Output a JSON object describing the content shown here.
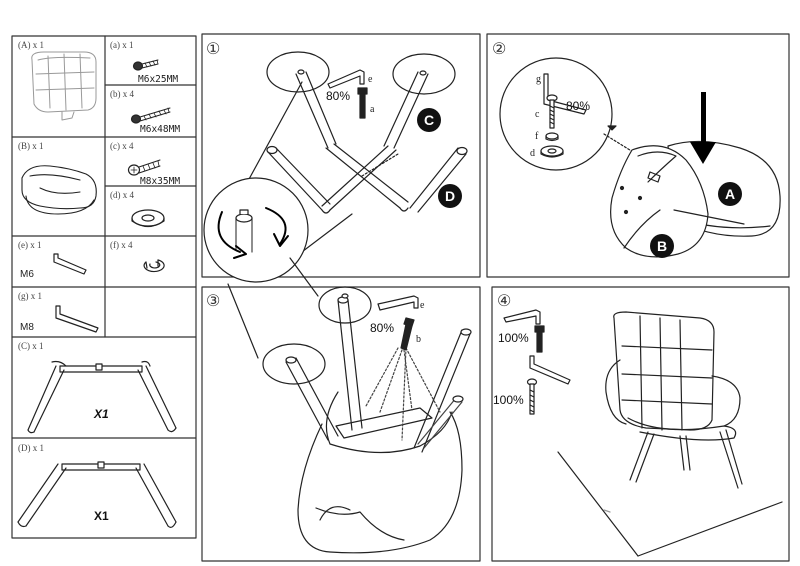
{
  "parts": {
    "A": {
      "label": "(A) x 1"
    },
    "a": {
      "label": "(a) x 1",
      "spec": "M6x25MM"
    },
    "b": {
      "label": "(b) x 4",
      "spec": "M6x48MM"
    },
    "B": {
      "label": "(B) x 1"
    },
    "c": {
      "label": "(c) x 4",
      "spec": "M8x35MM"
    },
    "d": {
      "label": "(d) x 4"
    },
    "e": {
      "label": "(e) x 1",
      "size": "M6"
    },
    "f": {
      "label": "(f) x 4"
    },
    "g": {
      "label": "(g) x 1",
      "size": "M8"
    },
    "C": {
      "label": "(C) x 1",
      "qty": "X1"
    },
    "D": {
      "label": "(D) x 1",
      "qty": "X1"
    }
  },
  "steps": {
    "s1": {
      "number": "①",
      "tool_label": "e",
      "bolt_label": "a",
      "pct": "80%",
      "badge_c": "C",
      "badge_d": "D"
    },
    "s2": {
      "number": "②",
      "pct": "80%",
      "label_g": "g",
      "label_c": "c",
      "label_f": "f",
      "label_d": "d",
      "badge_a": "A",
      "badge_b": "B"
    },
    "s3": {
      "number": "③",
      "tool_label": "e",
      "bolt_label": "b",
      "pct": "80%"
    },
    "s4": {
      "number": "④",
      "pct_top": "100%",
      "pct_bottom": "100%"
    }
  },
  "colors": {
    "line": "#222222",
    "badge": "#111111",
    "arrow": "#000000",
    "bg": "#ffffff"
  }
}
